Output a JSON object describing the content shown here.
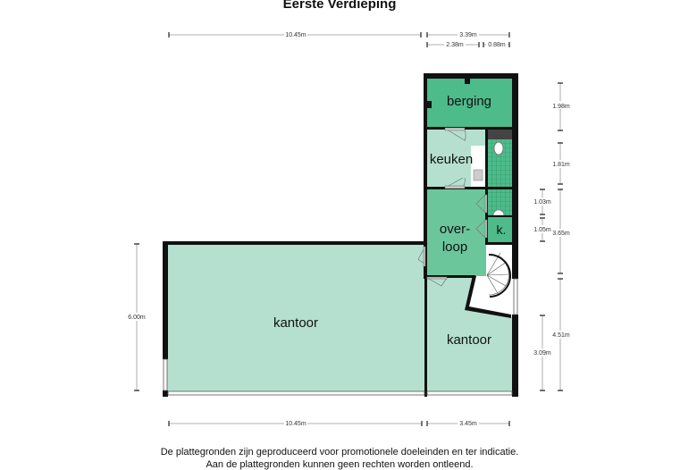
{
  "title": "Eerste Verdieping",
  "rooms": {
    "berging": "berging",
    "keuken": "keuken",
    "overloop_1": "over-",
    "overloop_2": "loop",
    "k": "k.",
    "kantoor_large": "kantoor",
    "kantoor_small": "kantoor"
  },
  "dimensions": {
    "top_left": "10.45m",
    "top_right": "3.39m",
    "top_sub_1": "2.38m",
    "top_sub_2": "0.88m",
    "right_1": "1.98m",
    "right_2": "1.81m",
    "right_3": "3.65m",
    "right_4": "4.51m",
    "inner_1": "1.03m",
    "inner_2": "1.05m",
    "inner_3": "3.09m",
    "left": "6.00m",
    "bottom_left": "10.45m",
    "bottom_right": "3.45m"
  },
  "colors": {
    "dark_green": "#4dbb8a",
    "mid_green": "#6cc69c",
    "light_green": "#b5e0cf",
    "wall": "#111111"
  },
  "footer": {
    "line1": "De plattegronden zijn geproduceerd voor promotionele doeleinden en ter indicatie.",
    "line2": "Aan de plattegronden kunnen geen rechten worden ontleend."
  }
}
